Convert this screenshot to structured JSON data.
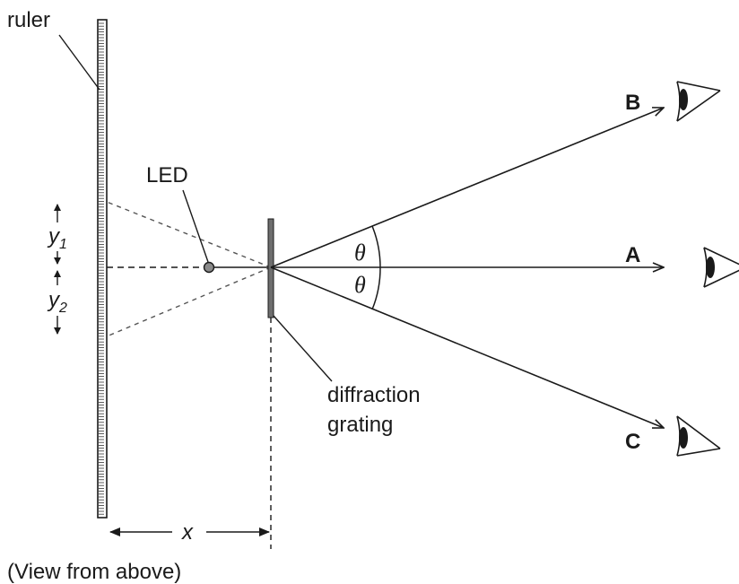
{
  "labels": {
    "ruler": "ruler",
    "led": "LED",
    "grating_line1": "diffraction",
    "grating_line2": "grating",
    "beam_a": "A",
    "beam_b": "B",
    "beam_c": "C",
    "theta_upper": "θ",
    "theta_lower": "θ",
    "y1": "y",
    "y1_sub": "1",
    "y2": "y",
    "y2_sub": "2",
    "x": "x",
    "caption": "(View from above)"
  }
}
